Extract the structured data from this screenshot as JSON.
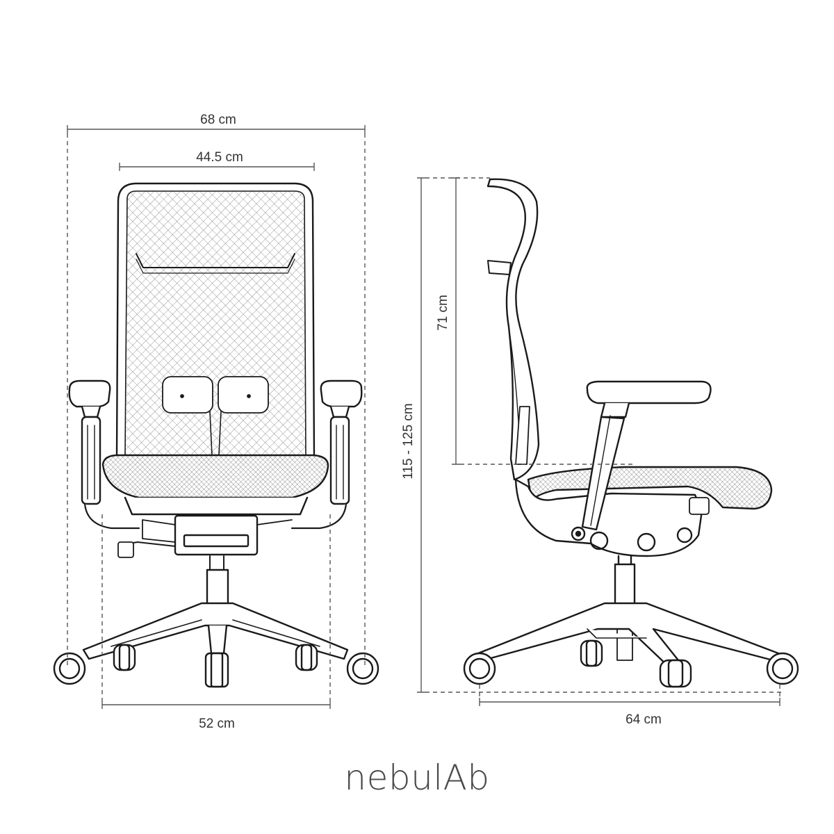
{
  "front_view": {
    "overall_width": "68 cm",
    "backrest_width": "44.5 cm",
    "base_width": "52 cm"
  },
  "side_view": {
    "backrest_height": "71 cm",
    "total_height": "115 - 125 cm",
    "base_depth": "64 cm"
  },
  "brand": {
    "logo_text": "nebulAb"
  },
  "colors": {
    "line": "#1a1a1a",
    "dim_line": "#555555",
    "text": "#333333",
    "logo": "#4a4a4a"
  }
}
